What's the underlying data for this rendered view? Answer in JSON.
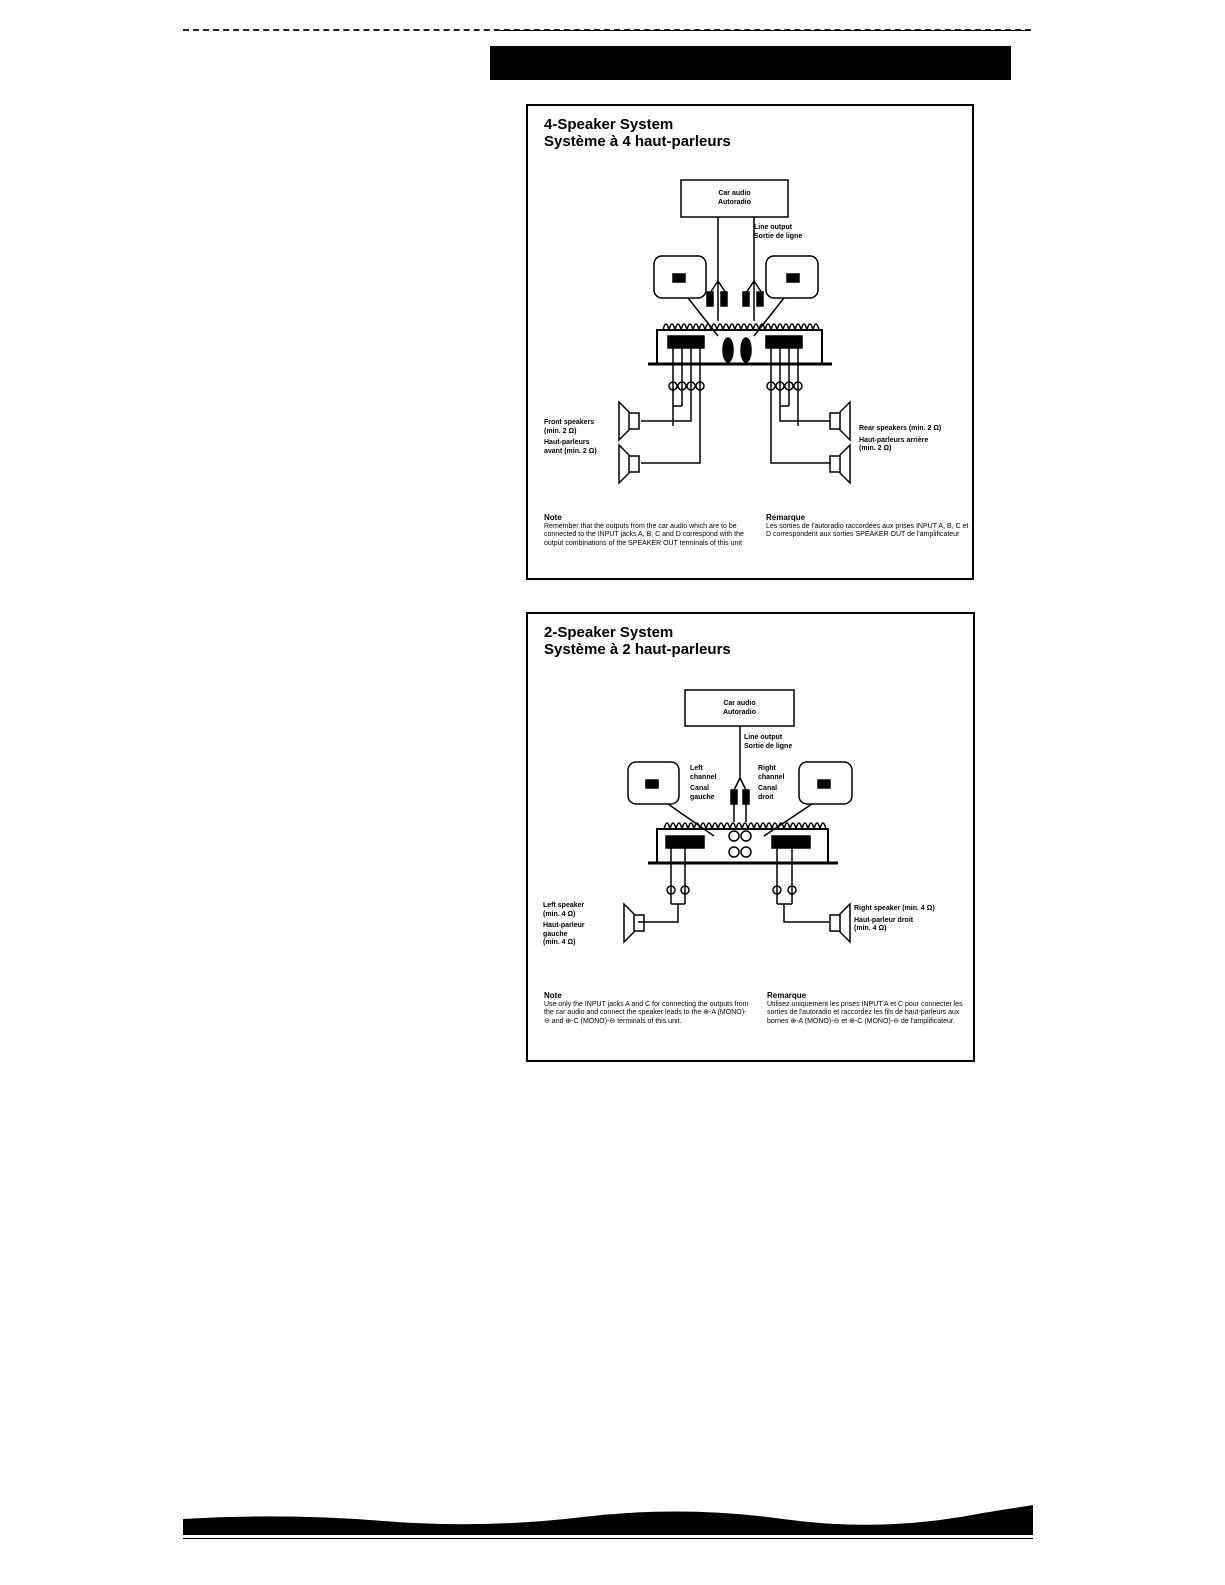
{
  "four_speaker": {
    "title_en": "4-Speaker System",
    "title_fr": "Système à 4 haut-parleurs",
    "car_audio": "Car audio",
    "car_audio_fr": "Autoradio",
    "line_output": "Line output",
    "line_output_fr": "Sortie de ligne",
    "front_speakers": "Front speakers",
    "front_speakers_min": "(min. 2 Ω)",
    "front_speakers_fr": "Haut-parleurs",
    "front_speakers_fr2": "avant (min. 2 Ω)",
    "rear_speakers": "Rear speakers (min. 2 Ω)",
    "rear_speakers_fr": "Haut-parleurs arrière",
    "rear_speakers_fr_min": "(min. 2 Ω)",
    "note_heading": "Note",
    "note_text": "Remember that the outputs from the car audio which are to be connected to the INPUT jacks A, B, C and D correspond with the output combinations of the SPEAKER OUT terminals of this unit",
    "remarque_heading": "Remarque",
    "remarque_text": "Les sorties de l'autoradio raccordées aux prises INPUT A, B, C et D correspondent aux sorties SPEAKER OUT de l'amplificateur"
  },
  "two_speaker": {
    "title_en": "2-Speaker System",
    "title_fr": "Système à 2 haut-parleurs",
    "car_audio": "Car audio",
    "car_audio_fr": "Autoradio",
    "line_output": "Line output",
    "line_output_fr": "Sortie de ligne",
    "left_channel": "Left",
    "left_channel2": "channel",
    "left_channel_fr": "Canal",
    "left_channel_fr2": "gauche",
    "right_channel": "Right",
    "right_channel2": "channel",
    "right_channel_fr": "Canal",
    "right_channel_fr2": "droit",
    "left_speaker": "Left speaker",
    "left_speaker_min": "(min. 4 Ω)",
    "left_speaker_fr": "Haut-parleur",
    "left_speaker_fr2": "gauche",
    "left_speaker_fr_min": "(min. 4 Ω)",
    "right_speaker": "Right speaker (min. 4 Ω)",
    "right_speaker_fr": "Haut-parleur droit",
    "right_speaker_fr_min": "(min. 4 Ω)",
    "note_heading": "Note",
    "note_text": "Use only the INPUT jacks A and C for connecting the outputs from the car audio and connect the speaker leads to the ⊕-A (MONO)-⊖ and ⊕-C (MONO)-⊖ terminals of this unit.",
    "remarque_heading": "Remarque",
    "remarque_text": "Utilisez uniquement les prises INPUT A et C pour connecter les sorties de l'autoradio et raccordez les fils de haut-parleurs aux bornes ⊕-A (MONO)-⊖ et ⊕-C (MONO)-⊖ de l'amplificateur."
  }
}
